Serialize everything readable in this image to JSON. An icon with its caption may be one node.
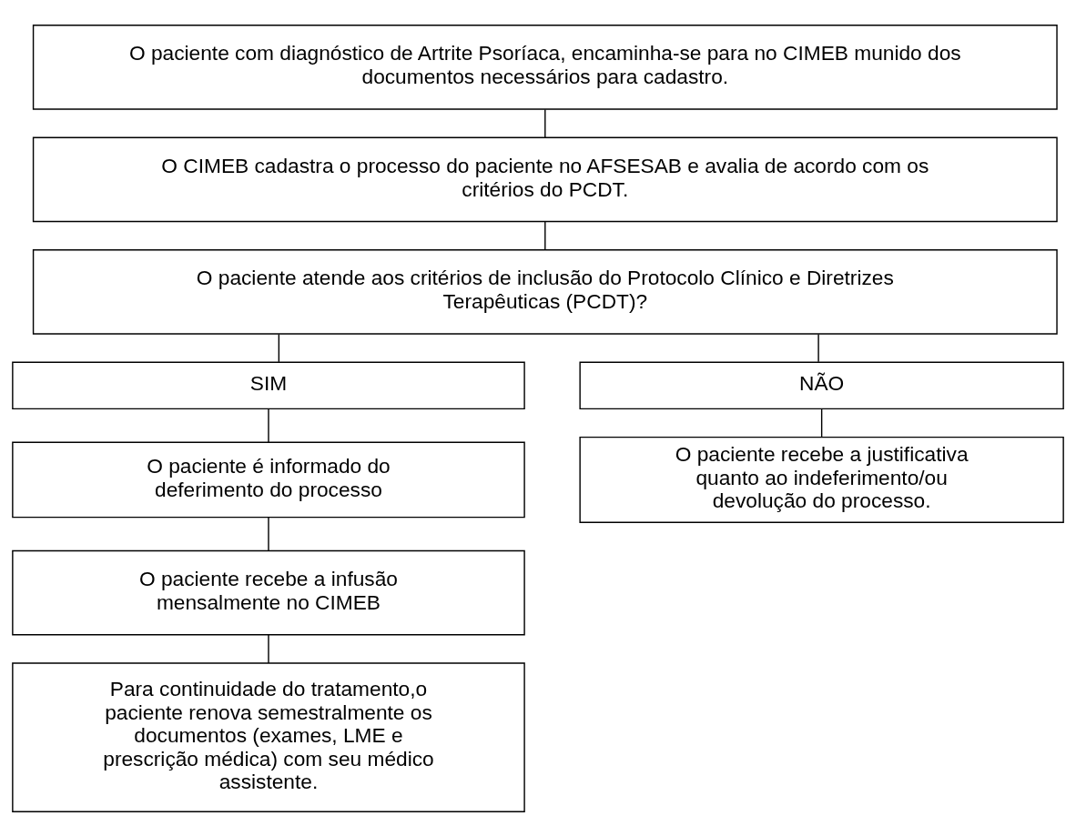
{
  "diagram": {
    "nodes": [
      {
        "text": [
          "O paciente com diagnóstico de Artrite Psoríaca, encaminha-se para no CIMEB munido dos documentos necessários para cadastro."
        ]
      },
      {
        "text": [
          "O CIMEB cadastra o processo do paciente no AFSESAB e avalia de acordo com os critérios do PCDT."
        ]
      },
      {
        "text": [
          "O paciente atende aos critérios de inclusão do Protocolo Clínico e Diretrizes Terapêuticas (PCDT)?"
        ]
      },
      {
        "text": [
          "SIM"
        ]
      },
      {
        "text": [
          "NÃO"
        ]
      },
      {
        "text": [
          "O paciente é informado do deferimento do processo"
        ]
      },
      {
        "text": [
          "O paciente recebe a justificativa quanto ao indeferimento/ou devolução do processo."
        ]
      },
      {
        "text": [
          "O paciente recebe a infusão mensalmente no CIMEB"
        ]
      },
      {
        "text": [
          "Para continuidade do tratamento,o paciente renova semestralmente os documentos (exames, LME e prescrição médica) com seu médico assistente."
        ]
      }
    ],
    "edges": [
      {
        "from": 0,
        "to": 1,
        "arrow": "none"
      },
      {
        "from": 1,
        "to": 2,
        "arrow": "none"
      },
      {
        "from": 2,
        "to": 3,
        "arrow": "none"
      },
      {
        "from": 2,
        "to": 4,
        "arrow": "none"
      },
      {
        "from": 3,
        "to": 5,
        "arrow": "none"
      },
      {
        "from": 4,
        "to": 6,
        "arrow": "none"
      },
      {
        "from": 5,
        "to": 7,
        "arrow": "none"
      },
      {
        "from": 7,
        "to": 8,
        "arrow": "none"
      }
    ]
  }
}
